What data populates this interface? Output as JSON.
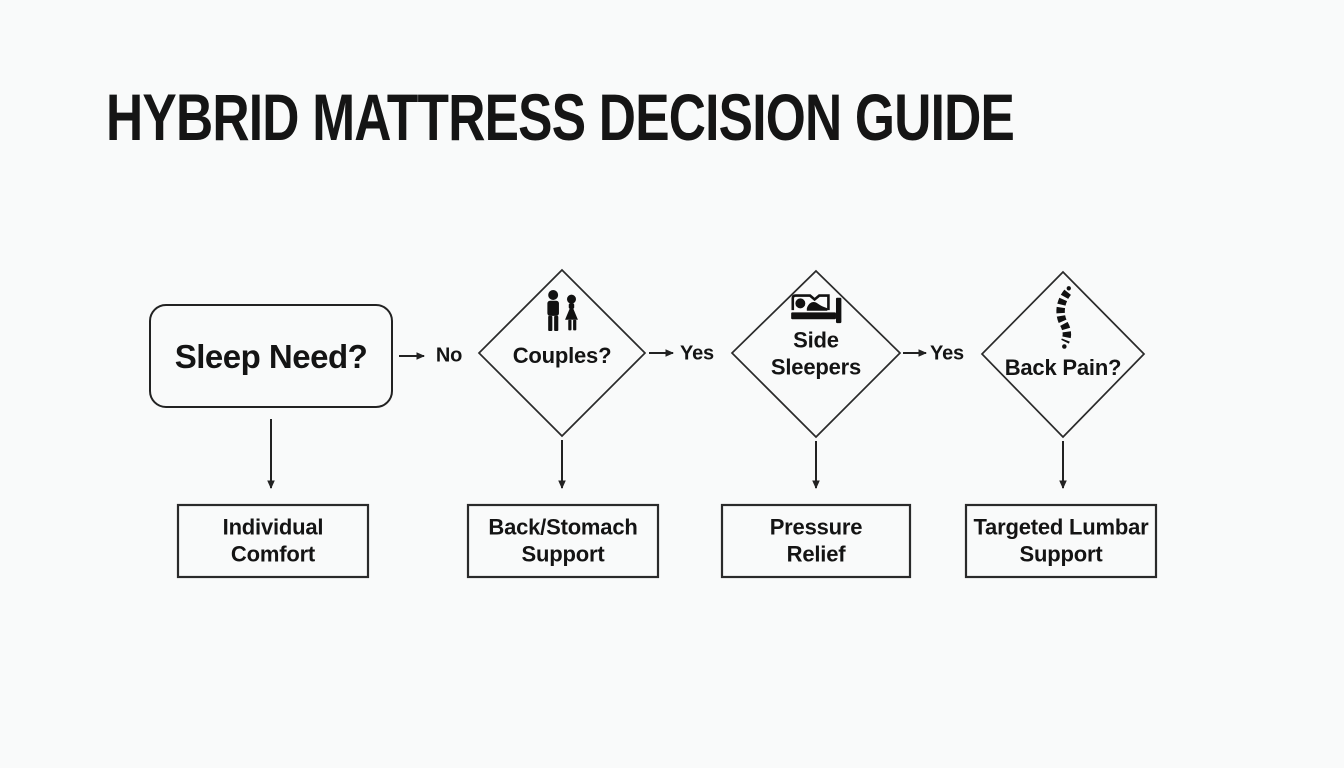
{
  "title": "HYBRID MATTRESS DECISION GUIDE",
  "flowchart": {
    "start": {
      "label": "Sleep Need?"
    },
    "edge_labels": {
      "start_to_couples": "No",
      "couples_to_side": "Yes",
      "side_to_back": "Yes"
    },
    "decisions": [
      {
        "label": "Couples?",
        "icon": "couple-icon"
      },
      {
        "label": "Side Sleepers",
        "icon": "person-sleeping-in-bed-icon"
      },
      {
        "label": "Back Pain?",
        "icon": "spine-icon"
      }
    ],
    "outcomes": [
      {
        "label": "Individual Comfort"
      },
      {
        "label": "Back/Stomach Support"
      },
      {
        "label": "Pressure Relief"
      },
      {
        "label": "Targeted Lumbar Support"
      }
    ]
  },
  "colors": {
    "background": "#f9fafa",
    "line": "#222222",
    "text": "#141414"
  }
}
